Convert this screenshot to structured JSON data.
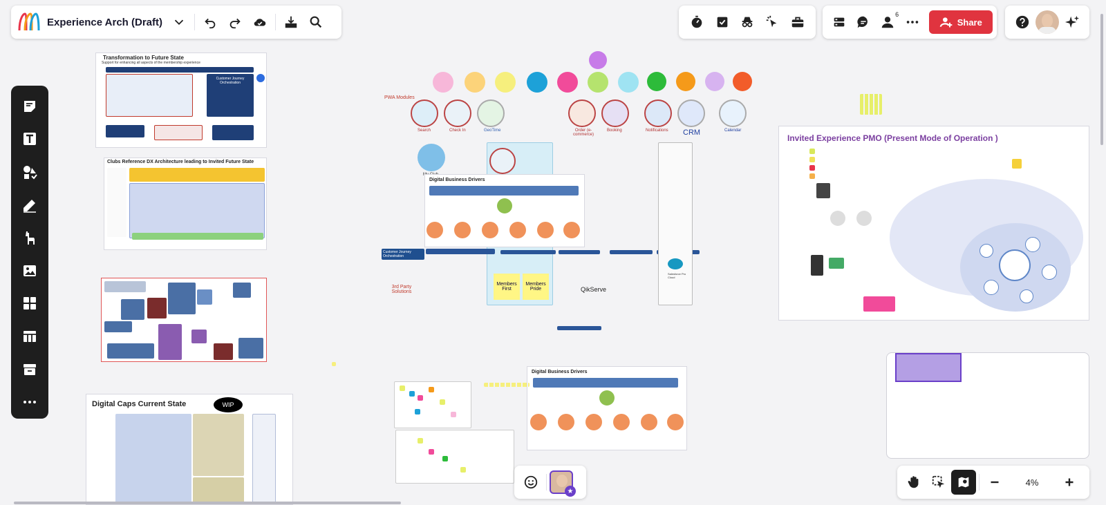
{
  "board": {
    "title": "Experience Arch (Draft)"
  },
  "top_right": {
    "share_label": "Share",
    "notifications_count": "6"
  },
  "zoom": {
    "level": "4%"
  },
  "canvas": {
    "frame1_title": "Transformation to Future State",
    "frame1_subtitle": "Support for enhancing all aspects of the membership experience",
    "frame1_box1": "Customer Journey Orchestration",
    "frame2_title": "Clubs Reference DX Architecture leading to Invited Future State",
    "frame4_title": "Digital Caps Current State",
    "wip_label": "WIP",
    "pwa_modules": "PWA Modules",
    "modules": [
      "Search",
      "Check In",
      "GeoTime",
      "Order (e-commerce)",
      "Booking",
      "Notifications",
      "CRM",
      "Calendar"
    ],
    "my_club": "My Club",
    "digital_drivers_title": "Digital Business Drivers",
    "digital_drivers_title_2": "Digital Business Drivers",
    "customer_journey": "Customer Journey Orchestration",
    "third_party": "3rd Party Solutions",
    "members_first": "Members First",
    "members_pride": "Members Pride",
    "qikserve": "QikServe",
    "salesforce_text": "Salesforce Pro Cloud",
    "pmo_title": "Invited Experience PMO (Present Mode of Operation )",
    "crm_label": "CRM"
  },
  "colors": {
    "share_red": "#e0343f",
    "toolbar_dark": "#1e1e1e",
    "pmo_purple": "#7b3fa0",
    "minimap_purple": "#6a3fc9"
  }
}
